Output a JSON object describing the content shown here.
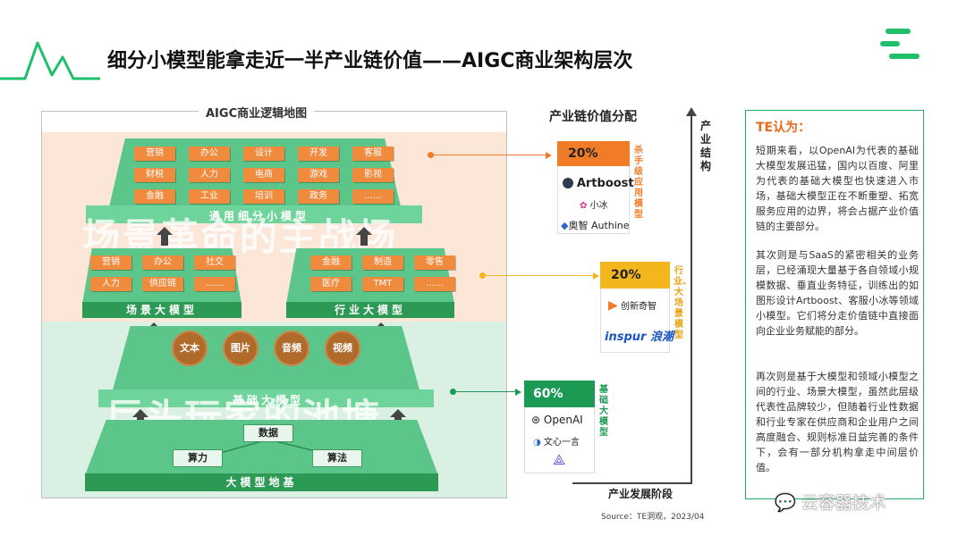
{
  "header": {
    "title": "细分小模型能拿走近一半产业链价值——AIGC商业架构层次"
  },
  "logic_map": {
    "caption": "AIGC商业逻辑地图",
    "watermark_top": "场景革命的主战场",
    "watermark_bottom": "巨头玩家的池塘",
    "app_chips": [
      "营销",
      "办公",
      "设计",
      "开发",
      "客服",
      "财税",
      "人力",
      "电商",
      "游戏",
      "影视",
      "金融",
      "工业",
      "培训",
      "政务",
      "......"
    ],
    "app_layer_label": "通用细分小模型",
    "scene_chips": [
      "营销",
      "办公",
      "社交",
      "人力",
      "供应链",
      "......"
    ],
    "scene_label": "场景大模型",
    "industry_chips": [
      "金融",
      "制造",
      "零售",
      "医疗",
      "TMT",
      "......"
    ],
    "industry_label": "行业大模型",
    "modalities": [
      "文本",
      "图片",
      "音频",
      "视频"
    ],
    "foundation_label": "基础大模型",
    "base_items": {
      "data": "数据",
      "compute": "算力",
      "algorithm": "算法"
    },
    "base_label": "大模型地基"
  },
  "value_chain": {
    "heading": "产业链价值分配",
    "tiers": [
      {
        "percent": "20%",
        "label": "杀手级应用模型",
        "brands": [
          "Artboost",
          "小冰",
          "奥智 Authine"
        ],
        "color": "#f07c28"
      },
      {
        "percent": "20%",
        "label": "行业、大场景模型",
        "brands": [
          "创新奇智",
          "inspur 浪潮"
        ],
        "color": "#f3b61c"
      },
      {
        "percent": "60%",
        "label": "基础大模型",
        "brands": [
          "OpenAI",
          "文心一言"
        ],
        "color": "#1a9a52"
      }
    ],
    "y_axis": "产业结构",
    "x_axis": "产业发展阶段"
  },
  "te_panel": {
    "title": "TE认为：",
    "paragraphs": [
      "短期来看，以OpenAI为代表的基础大模型发展迅猛，国内以百度、阿里为代表的基础大模型也快速进入市场，基础大模型正在不断重塑、拓宽服务应用的边界，将会占据产业价值链的主要部分。",
      "其次则是与SaaS的紧密相关的业务层，已经涌现大量基于各自领域小规模数据、垂直业务特征，训练出的如图形设计Artboost、客服小冰等领域小模型。它们将分走价值链中直接面向企业业务赋能的部分。",
      "再次则是基于大模型和领域小模型之间的行业、场景大模型，虽然此层级代表性品牌较少，但随着行业性数据和行业专家在供应商和企业用户之间高度融合、规则标准日益完善的条件下，会有一部分机构拿走中间层价值。"
    ]
  },
  "footer": {
    "source": "Source：TE洞观，2023/04",
    "watermark": "云容器技术"
  },
  "colors": {
    "green": "#1fbf6b",
    "orange": "#f07c28",
    "yellow": "#f3b61c",
    "dark_green": "#1a9a52"
  }
}
